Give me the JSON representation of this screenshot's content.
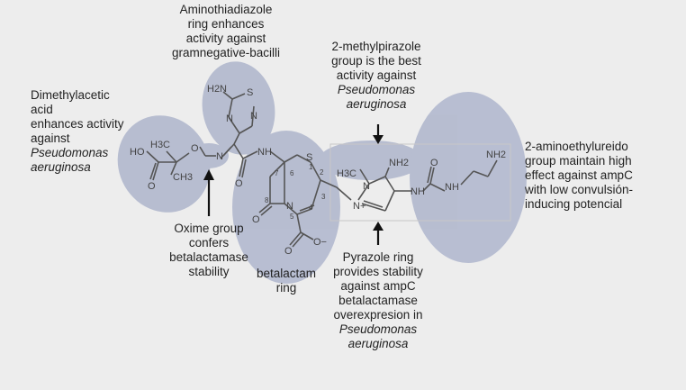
{
  "annotations": {
    "dimethylacetic": {
      "lines": [
        "Dimethylacetic acid",
        "enhances activity",
        "against"
      ],
      "italic_lines": [
        "Pseudomonas",
        "aeruginosa"
      ]
    },
    "aminothiadiazole": {
      "lines": [
        "Aminothiadiazole",
        "ring enhances",
        "activity against",
        "gramnegative-bacilli"
      ]
    },
    "methylpyrazole": {
      "lines": [
        "2-methylpirazole",
        "group is the best",
        "activity against"
      ],
      "italic_lines": [
        "Pseudomonas",
        "aeruginosa"
      ]
    },
    "aminoethylureido": {
      "lines": [
        "2-aminoethylureido",
        "group maintain high",
        "effect against ampC",
        "with low convulsión-",
        "inducing potencial"
      ]
    },
    "oxime": {
      "lines": [
        "Oxime group",
        "confers",
        "betalactamase",
        "stability"
      ]
    },
    "betalactam": {
      "lines": [
        "betalactam",
        "ring"
      ]
    },
    "pyrazole": {
      "lines": [
        "Pyrazole ring",
        "provides stability",
        "against ampC",
        "betalactamase",
        "overexpresion in"
      ],
      "italic_lines": [
        "Pseudomonas",
        "aeruginosa"
      ]
    }
  },
  "atom_labels": {
    "ho": "HO",
    "o_acid": "O",
    "ch3_top": "H3C",
    "ch3_bottom": "CH3",
    "o_oxime": "O",
    "n_oxime": "N",
    "h2n_thia": "H2N",
    "s_thia": "S",
    "n_thia_right": "N",
    "n_thia_bottom": "N",
    "nh_amide": "NH",
    "o_amide": "O",
    "s_ring": "S",
    "n_lactam": "N",
    "o_lactam": "O",
    "coo": "O",
    "coo_minus": "O−",
    "h3c_pyr": "H3C",
    "n_pyr_top": "N",
    "n_pyr_plus": "N+",
    "nh2_pyr": "NH2",
    "nh_urea1": "NH",
    "o_urea": "O",
    "nh_urea2": "NH",
    "nh2_end": "NH2",
    "num_7": "7",
    "num_6": "6",
    "num_1": "1",
    "num_2": "2",
    "num_3": "3",
    "num_4": "4",
    "num_5": "5",
    "num_8": "8"
  },
  "colors": {
    "background": "#ededed",
    "highlight_fill": "#aeb5cc",
    "bond": "#555555",
    "text": "#222222"
  }
}
